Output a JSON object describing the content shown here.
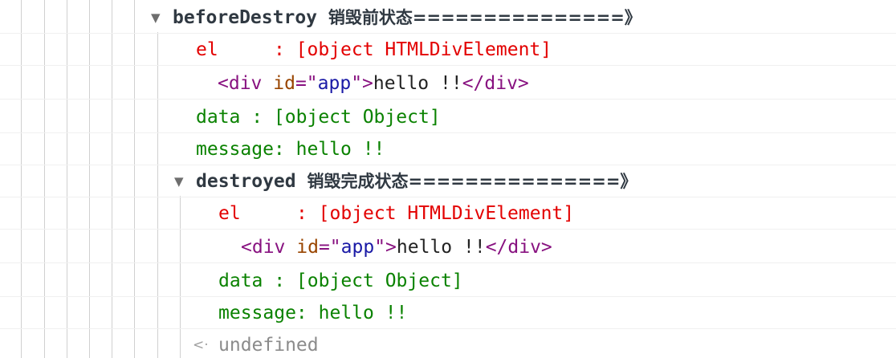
{
  "group1": {
    "name": "beforeDestroy",
    "label": "销毁前状态===============》",
    "el_key": "el     ",
    "el_sep": ": ",
    "el_value": "[object HTMLDivElement]",
    "html_open": "<div",
    "html_attr": "id",
    "html_eq": "=\"",
    "html_val": "app",
    "html_close_quote": "\">",
    "html_text": "hello !!",
    "html_end": "</div>",
    "data_line": "data : [object Object]",
    "message_line": "message: hello !!"
  },
  "group2": {
    "name": "destroyed",
    "label": "销毁完成状态===============》",
    "el_key": "el     ",
    "el_sep": ": ",
    "el_value": "[object HTMLDivElement]",
    "html_open": "<div",
    "html_attr": "id",
    "html_eq": "=\"",
    "html_val": "app",
    "html_close_quote": "\">",
    "html_text": "hello !!",
    "html_end": "</div>",
    "data_line": "data : [object Object]",
    "message_line": "message: hello !!"
  },
  "return_value": "undefined",
  "icons": {
    "expand": "disclosure-triangle-expanded",
    "return": "return-arrow"
  },
  "colors": {
    "error_red": "#e30000",
    "log_green": "#0a8200",
    "tag_purple": "#881280",
    "attr_brown": "#994500",
    "value_blue": "#1a1aa6",
    "muted_gray": "#8b8b8b"
  }
}
